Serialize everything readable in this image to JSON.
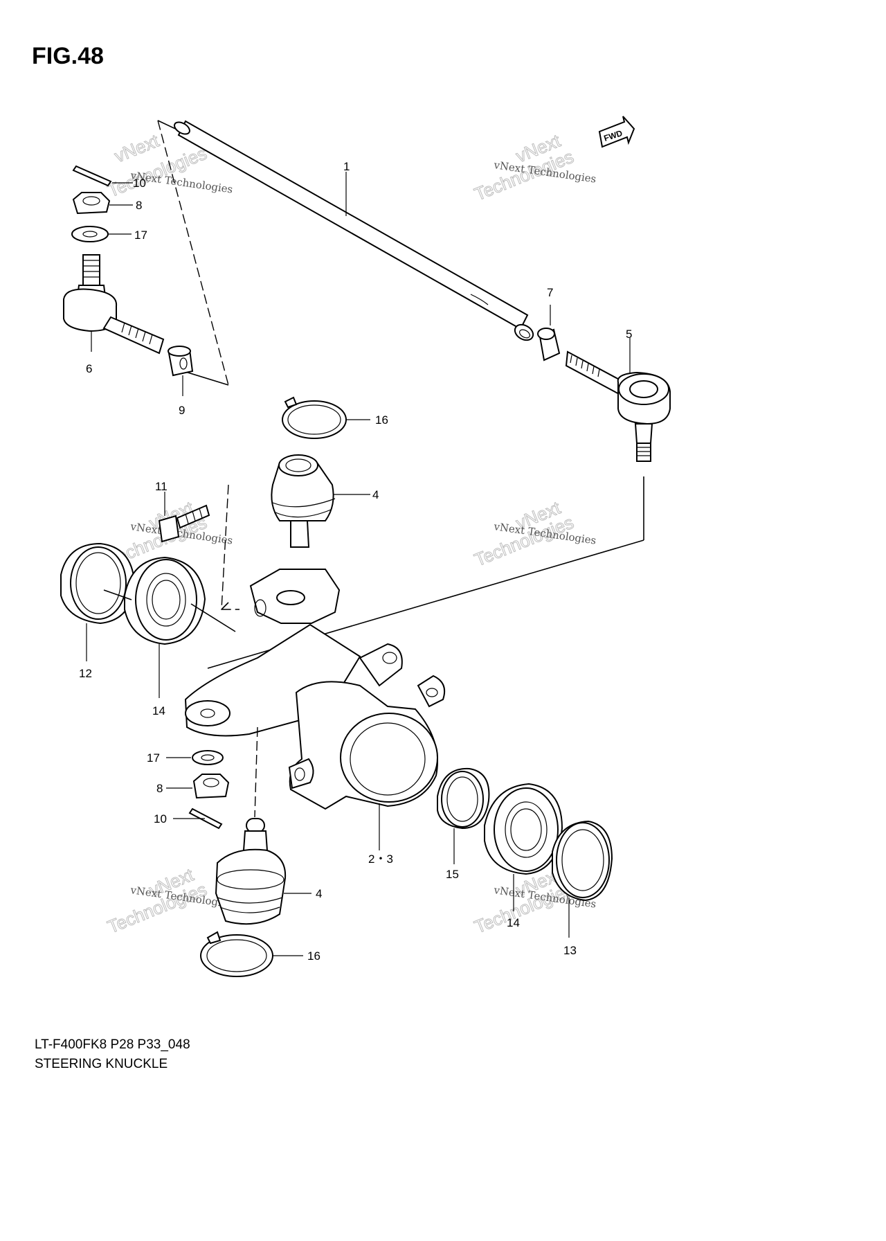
{
  "figure": {
    "title": "FIG.48",
    "fwd_label": "FWD"
  },
  "callouts": [
    {
      "id": "c1",
      "label": "1"
    },
    {
      "id": "c2-3",
      "label": "2・3"
    },
    {
      "id": "c4-top",
      "label": "4"
    },
    {
      "id": "c4-bot",
      "label": "4"
    },
    {
      "id": "c5",
      "label": "5"
    },
    {
      "id": "c6",
      "label": "6"
    },
    {
      "id": "c7",
      "label": "7"
    },
    {
      "id": "c8-top",
      "label": "8"
    },
    {
      "id": "c8-bot",
      "label": "8"
    },
    {
      "id": "c9",
      "label": "9"
    },
    {
      "id": "c10-top",
      "label": "10"
    },
    {
      "id": "c10-bot",
      "label": "10"
    },
    {
      "id": "c11",
      "label": "11"
    },
    {
      "id": "c12",
      "label": "12"
    },
    {
      "id": "c13",
      "label": "13"
    },
    {
      "id": "c14-left",
      "label": "14"
    },
    {
      "id": "c14-right",
      "label": "14"
    },
    {
      "id": "c15",
      "label": "15"
    },
    {
      "id": "c16-top",
      "label": "16"
    },
    {
      "id": "c16-bot",
      "label": "16"
    },
    {
      "id": "c17-top",
      "label": "17"
    },
    {
      "id": "c17-bot",
      "label": "17"
    }
  ],
  "watermark": {
    "line1": "vNext Technologies",
    "line2": "vNext",
    "line3": "Technologies"
  },
  "footer": {
    "code": "LT-F400FK8 P28 P33_048",
    "name": "STEERING KNUCKLE"
  }
}
